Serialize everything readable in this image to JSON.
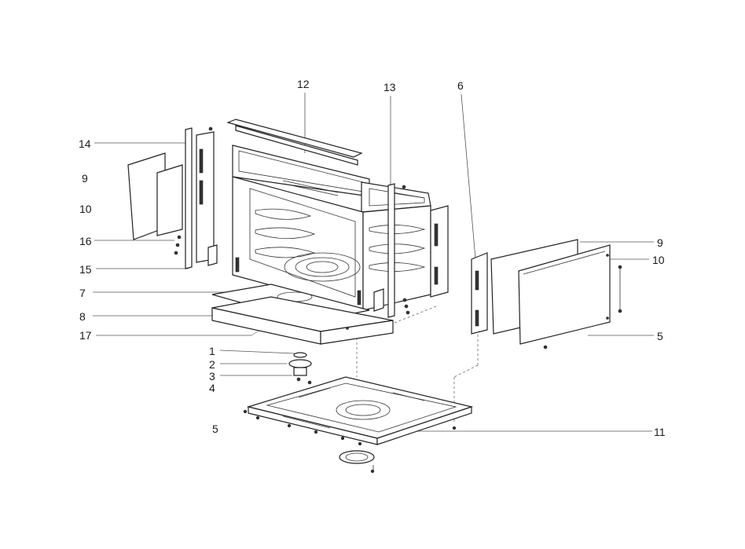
{
  "labels": {
    "l12": "12",
    "l13": "13",
    "l6": "6",
    "l14": "14",
    "l9a": "9",
    "l10a": "10",
    "l16": "16",
    "l15": "15",
    "l7": "7",
    "l8": "8",
    "l17": "17",
    "l1": "1",
    "l2": "2",
    "l3": "3",
    "l4": "4",
    "l5a": "5",
    "l9b": "9",
    "l10b": "10",
    "l5b": "5",
    "l11": "11"
  }
}
